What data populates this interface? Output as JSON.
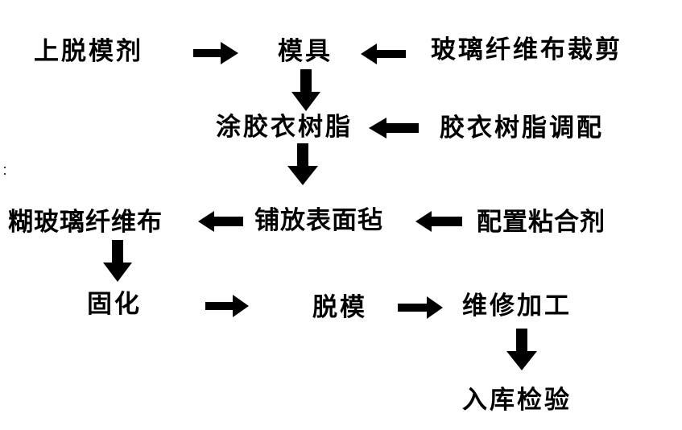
{
  "diagram": {
    "type": "process-flowchart",
    "colors": {
      "text": "#000000",
      "arrow": "#000000",
      "background": "#ffffff"
    },
    "nodes": {
      "release_agent": "上脱模剂",
      "mold": "模具",
      "glass_fiber_cutting": "玻璃纤维布裁剪",
      "apply_gelcoat": "涂胶衣树脂",
      "gelcoat_mixing": "胶衣树脂调配",
      "paste_glass_fiber": "糊玻璃纤维布",
      "lay_surface_mat": "铺放表面毡",
      "prepare_adhesive": "配置粘合剂",
      "curing": "固化",
      "demolding": "脱模",
      "repair_processing": "维修加工",
      "inspection_storage": "入库检验"
    },
    "edges": [
      {
        "from": "release_agent",
        "to": "mold",
        "direction": "right"
      },
      {
        "from": "glass_fiber_cutting",
        "to": "mold",
        "direction": "left"
      },
      {
        "from": "mold",
        "to": "apply_gelcoat",
        "direction": "down"
      },
      {
        "from": "gelcoat_mixing",
        "to": "apply_gelcoat",
        "direction": "left"
      },
      {
        "from": "apply_gelcoat",
        "to": "lay_surface_mat",
        "direction": "down"
      },
      {
        "from": "prepare_adhesive",
        "to": "lay_surface_mat",
        "direction": "left"
      },
      {
        "from": "lay_surface_mat",
        "to": "paste_glass_fiber",
        "direction": "left"
      },
      {
        "from": "paste_glass_fiber",
        "to": "curing",
        "direction": "down"
      },
      {
        "from": "curing",
        "to": "demolding",
        "direction": "right"
      },
      {
        "from": "demolding",
        "to": "repair_processing",
        "direction": "right"
      },
      {
        "from": "repair_processing",
        "to": "inspection_storage",
        "direction": "down"
      }
    ]
  }
}
